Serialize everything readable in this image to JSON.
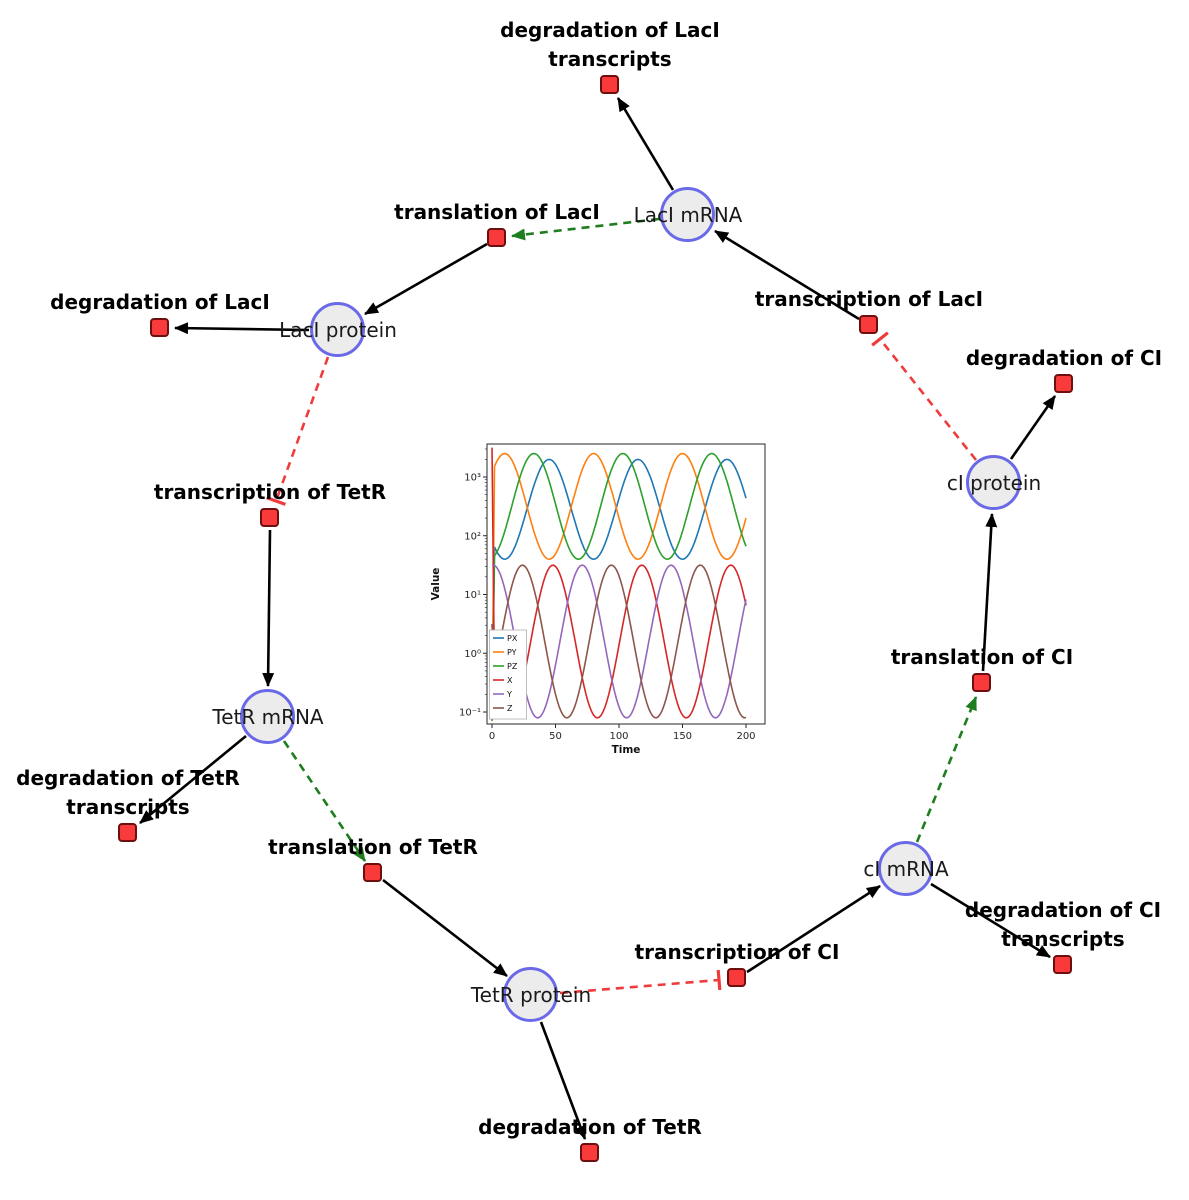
{
  "diagram": {
    "species": [
      {
        "label": "LacI mRNA"
      },
      {
        "label": "LacI protein"
      },
      {
        "label": "TetR mRNA"
      },
      {
        "label": "TetR protein"
      },
      {
        "label": "cI mRNA"
      },
      {
        "label": "cI protein"
      }
    ],
    "reactions": [
      {
        "label": "degradation of LacI\ntranscripts"
      },
      {
        "label": "translation of LacI"
      },
      {
        "label": "degradation of LacI"
      },
      {
        "label": "transcription of LacI"
      },
      {
        "label": "degradation of CI"
      },
      {
        "label": "transcription of TetR"
      },
      {
        "label": "degradation of TetR\ntranscripts"
      },
      {
        "label": "translation of TetR"
      },
      {
        "label": "degradation of TetR"
      },
      {
        "label": "transcription of CI"
      },
      {
        "label": "degradation of CI\ntranscripts"
      },
      {
        "label": "translation of CI"
      }
    ],
    "edges": [
      {
        "from": "LacI mRNA",
        "to": "degradation of LacI transcripts",
        "type": "consumption"
      },
      {
        "from": "LacI mRNA",
        "to": "translation of LacI",
        "type": "modifier"
      },
      {
        "from": "translation of LacI",
        "to": "LacI protein",
        "type": "production"
      },
      {
        "from": "LacI protein",
        "to": "degradation of LacI",
        "type": "consumption"
      },
      {
        "from": "LacI protein",
        "to": "transcription of TetR",
        "type": "inhibition"
      },
      {
        "from": "transcription of TetR",
        "to": "TetR mRNA",
        "type": "production"
      },
      {
        "from": "TetR mRNA",
        "to": "degradation of TetR transcripts",
        "type": "consumption"
      },
      {
        "from": "TetR mRNA",
        "to": "translation of TetR",
        "type": "modifier"
      },
      {
        "from": "translation of TetR",
        "to": "TetR protein",
        "type": "production"
      },
      {
        "from": "TetR protein",
        "to": "degradation of TetR",
        "type": "consumption"
      },
      {
        "from": "TetR protein",
        "to": "transcription of CI",
        "type": "inhibition"
      },
      {
        "from": "transcription of CI",
        "to": "cI mRNA",
        "type": "production"
      },
      {
        "from": "cI mRNA",
        "to": "degradation of CI transcripts",
        "type": "consumption"
      },
      {
        "from": "cI mRNA",
        "to": "translation of CI",
        "type": "modifier"
      },
      {
        "from": "translation of CI",
        "to": "cI protein",
        "type": "production"
      },
      {
        "from": "cI protein",
        "to": "degradation of CI",
        "type": "consumption"
      },
      {
        "from": "cI protein",
        "to": "transcription of LacI",
        "type": "inhibition"
      }
    ],
    "edge_colors": {
      "production": "#000000",
      "modifier": "#1e7d1e",
      "inhibition": "#ef3b3b"
    },
    "node_colors": {
      "species_fill": "#ececec",
      "species_border": "#6a6ae8",
      "reaction_fill": "#f93a3a"
    }
  },
  "chart_data": {
    "type": "line",
    "title": "",
    "xlabel": "Time",
    "ylabel": "Value",
    "x_range": [
      0,
      200
    ],
    "x_ticks": [
      0,
      50,
      100,
      150,
      200
    ],
    "y_scale": "log",
    "y_log_range": [
      -1.2,
      3.56
    ],
    "y_ticks": [
      {
        "log": 3,
        "label": "10³"
      },
      {
        "log": 2,
        "label": "10²"
      },
      {
        "log": 1,
        "label": "10¹"
      },
      {
        "log": 0,
        "label": "10⁰"
      },
      {
        "log": -1,
        "label": "10⁻¹"
      }
    ],
    "legend_position": "lower left",
    "grid": false,
    "series": [
      {
        "name": "PX",
        "color": "#1f77b4",
        "kind": "protein",
        "center_log": 2.45,
        "amp_log": 0.85,
        "period": 70,
        "peak_t": 45,
        "start_log": -1.15
      },
      {
        "name": "PY",
        "color": "#ff7f0e",
        "kind": "protein",
        "center_log": 2.5,
        "amp_log": 0.9,
        "period": 70,
        "peak_t": 80,
        "start_log": -1.15
      },
      {
        "name": "PZ",
        "color": "#2ca02c",
        "kind": "protein",
        "center_log": 2.5,
        "amp_log": 0.9,
        "period": 70,
        "peak_t": 103,
        "start_log": -1.15
      },
      {
        "name": "X",
        "color": "#d62728",
        "kind": "mRNA",
        "center_log": 0.2,
        "amp_log": 1.3,
        "period": 70,
        "peak_t": 48,
        "start_log": 3.5
      },
      {
        "name": "Y",
        "color": "#9467bd",
        "kind": "mRNA",
        "center_log": 0.2,
        "amp_log": 1.3,
        "period": 70,
        "peak_t": 71,
        "start_log": 1.5
      },
      {
        "name": "Z",
        "color": "#8c564b",
        "kind": "mRNA",
        "center_log": 0.2,
        "amp_log": 1.3,
        "period": 70,
        "peak_t": 94,
        "start_log": 0.5
      }
    ],
    "description": "Repressilator simulation: protein levels (PX, PY, PZ) oscillate between ~50 and ~2000 and mRNA levels (X, Y, Z) oscillate between ~0.1 and ~30, phase-shifted, on a log-scale y-axis over time 0-200"
  }
}
